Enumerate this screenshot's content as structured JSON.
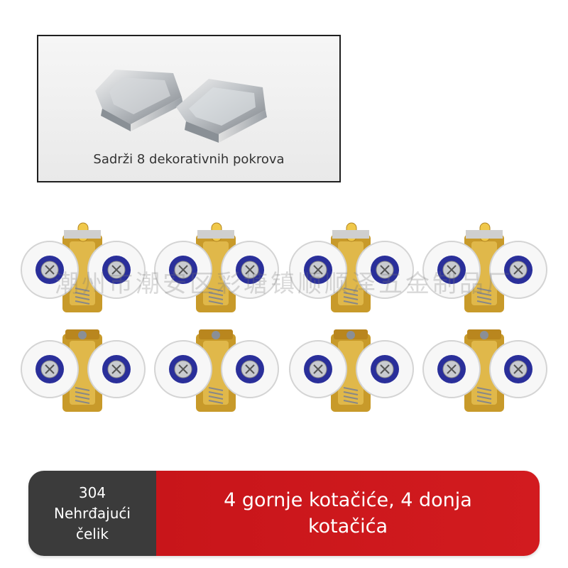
{
  "caps_panel": {
    "caption": "Sadrži 8 dekorativnih pokrova"
  },
  "watermark": "潮州市潮安区彩塘镇顺顺泽五金制品厂",
  "banner": {
    "material_line1": "304",
    "material_line2": "Nehrđajući",
    "material_line3": "čelik",
    "description": "4 gornje kotačiće, 4 donja kotačića"
  },
  "colors": {
    "banner_dark": "#3b3b3b",
    "banner_red": "#d21b1f",
    "wheel_blue": "#2a2f9a",
    "brass": "#c89a2a"
  },
  "products": {
    "top_rollers": 4,
    "bottom_rollers": 4,
    "decorative_caps": 8
  }
}
